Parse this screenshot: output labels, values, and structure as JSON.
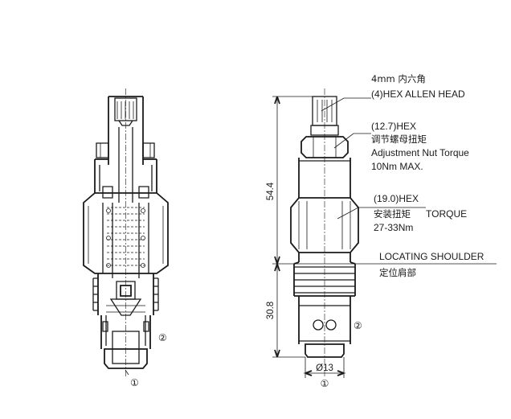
{
  "callouts": {
    "hex_allen_size_cn": "4mm 内六角",
    "hex_allen_en": "(4)HEX ALLEN HEAD",
    "nut_hex": "(12.7)HEX",
    "nut_cn": "调节螺母扭矩",
    "nut_en": "Adjustment Nut Torque",
    "nut_torque": "10Nm MAX.",
    "body_hex": "(19.0)HEX",
    "body_cn": "安装扭矩",
    "body_en": "TORQUE",
    "body_torque": "27-33Nm",
    "shoulder_en": "LOCATING SHOULDER",
    "shoulder_cn": "定位肩部"
  },
  "dimensions": {
    "upper_length": "54.4",
    "lower_length": "30.8",
    "diameter": "Ø13"
  },
  "ports": {
    "port1": "①",
    "port2": "②"
  }
}
